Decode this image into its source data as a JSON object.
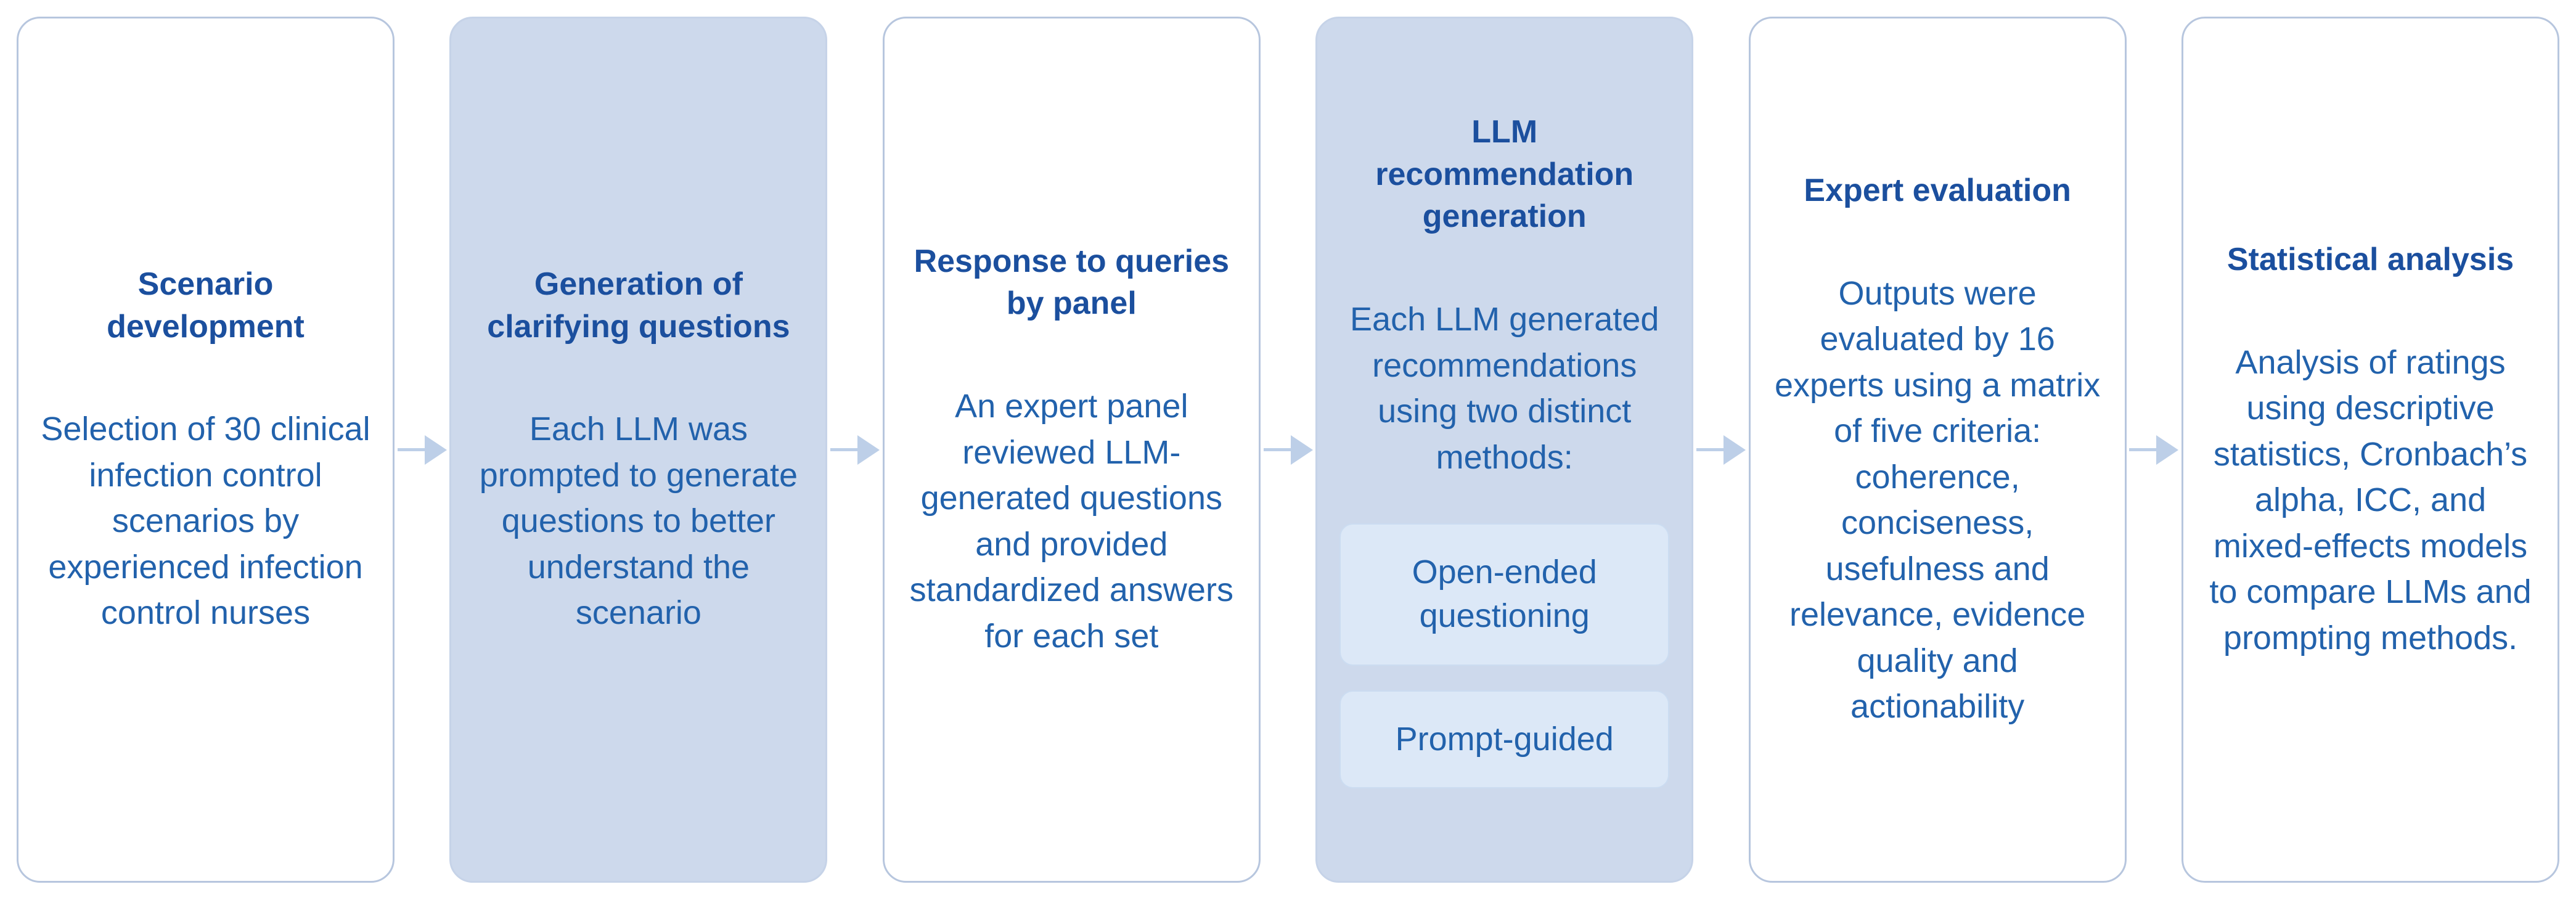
{
  "diagram": {
    "type": "flowchart",
    "direction": "left-to-right",
    "step_count": 6
  },
  "colors": {
    "title_text": "#1b4f9e",
    "body_text": "#2262ac",
    "plain_box_bg": "#ffffff",
    "plain_box_border": "#b7c6de",
    "filled_box_bg": "#cdd9ec",
    "method_box_bg": "#dce8f7",
    "method_box_border": "#cbdcf1",
    "arrow": "#bdcfe8"
  },
  "icons": {
    "connector": "arrow-right-icon"
  },
  "boxes": [
    {
      "style": "plain",
      "title": "Scenario development",
      "body": "Selection of 30 clinical infection control scenarios by experienced infection control nurses"
    },
    {
      "style": "filled",
      "title": "Generation of clarifying questions",
      "body": "Each LLM was prompted to generate questions to better understand the scenario"
    },
    {
      "style": "plain",
      "title": "Response to queries by panel",
      "body": "An expert panel reviewed LLM-generated questions and provided standardized answers for each set"
    },
    {
      "style": "filled",
      "title": "LLM recommendation generation",
      "body": "Each LLM generated recommendations using two distinct methods:",
      "methods": [
        "Open-ended questioning",
        "Prompt-guided"
      ]
    },
    {
      "style": "plain",
      "title": "Expert evaluation",
      "body": "Outputs were evaluated by 16 experts using a matrix of five criteria: coherence, conciseness, usefulness and relevance, evidence quality and actionability"
    },
    {
      "style": "plain",
      "title": "Statistical analysis",
      "body": "Analysis of ratings using descriptive statistics, Cronbach’s alpha, ICC, and mixed-effects models to compare LLMs and prompting methods."
    }
  ]
}
